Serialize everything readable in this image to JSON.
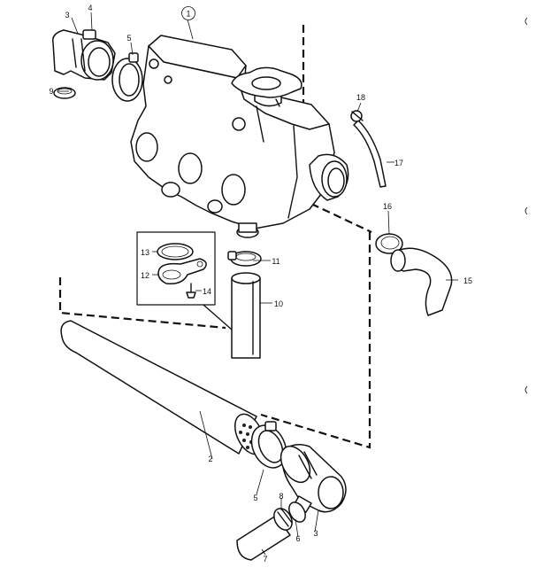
{
  "callouts": {
    "c1": "1",
    "c2": "2",
    "c3a": "3",
    "c3b": "3",
    "c4": "4",
    "c5a": "5",
    "c5b": "5",
    "c6": "6",
    "c7": "7",
    "c8": "8",
    "c9": "9",
    "c10": "10",
    "c11": "11",
    "c12": "12",
    "c13": "13",
    "c14": "14",
    "c15": "15",
    "c16": "16",
    "c17": "17",
    "c18": "18"
  },
  "colors": {
    "line": "#111111",
    "background": "#ffffff"
  }
}
